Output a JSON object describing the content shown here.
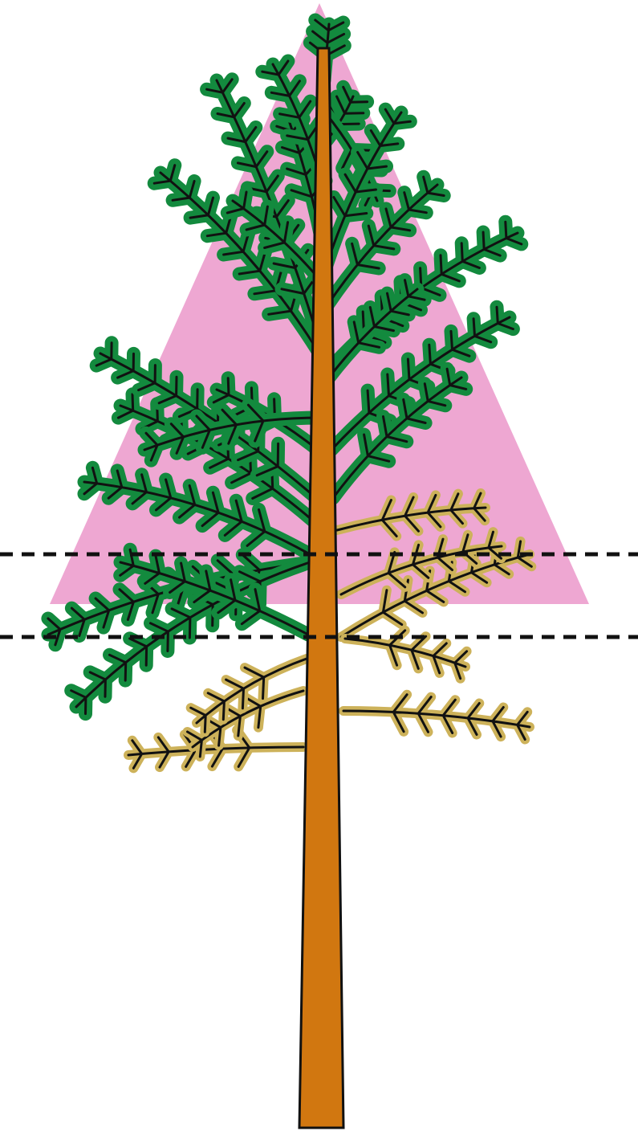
{
  "diagram": {
    "subject": "pine-tree-crown-diagram",
    "colors": {
      "background": "#ffffff",
      "crown_triangle": "#eea7d2",
      "live_foliage": "#138a3e",
      "dead_foliage": "#cdb25a",
      "trunk": "#d17710",
      "outline": "#111111",
      "guide_line": "#111111"
    },
    "guide_lines": {
      "count": 2,
      "style": "dashed"
    },
    "layers": [
      "crown-triangle",
      "dead-branches",
      "live-branches",
      "trunk",
      "guide-lines"
    ]
  }
}
